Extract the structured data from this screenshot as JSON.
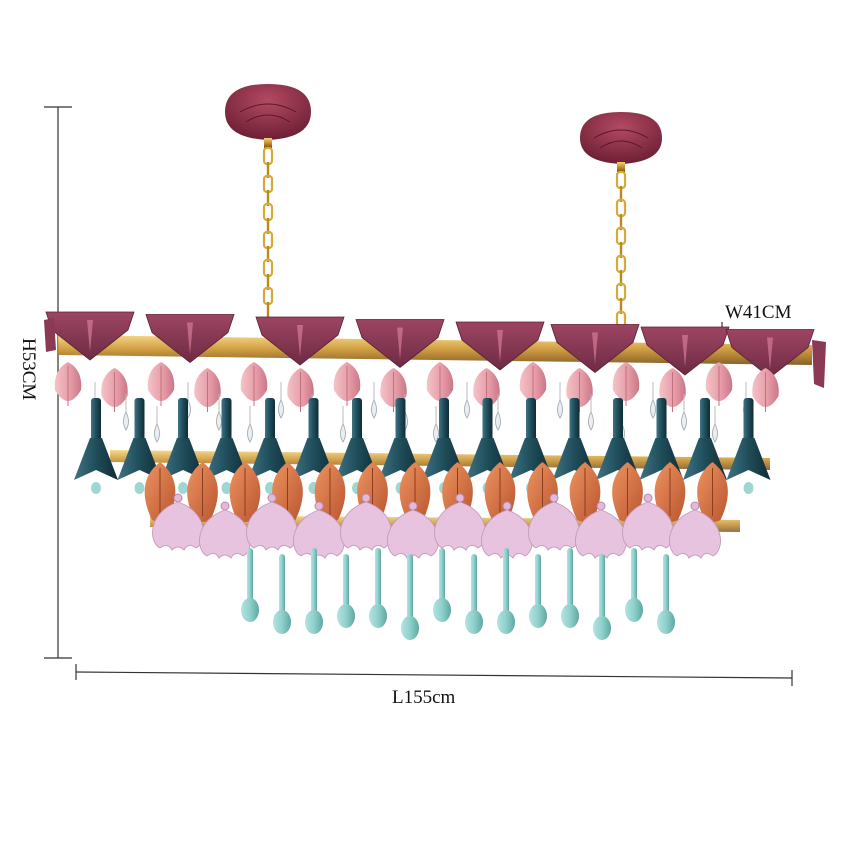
{
  "dimensions": {
    "height_label": "H53CM",
    "width_label": "W41CM",
    "length_label": "L155cm"
  },
  "colors": {
    "canopy": "#8e2f45",
    "chain": "#d6a93a",
    "top_plate": "#8a3a55",
    "bud": "#e7a4ae",
    "bell": "#1f4d5a",
    "leaf": "#d9744a",
    "shell": "#e2b9d8",
    "drop": "#8fd1cc",
    "frame": "#d9a62f"
  }
}
